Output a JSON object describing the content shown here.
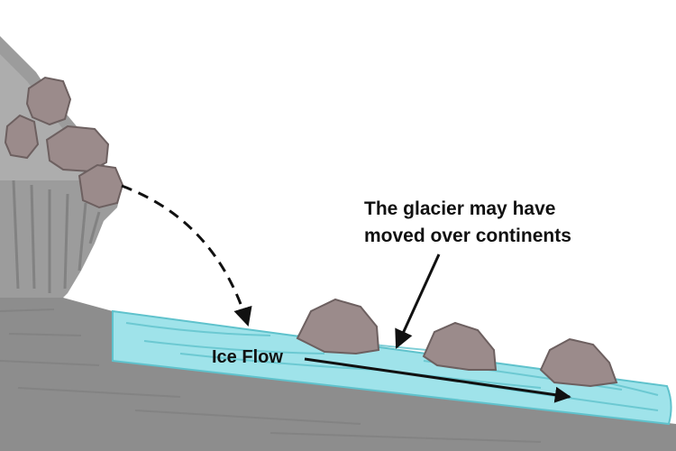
{
  "labels": {
    "callout_line1": "The glacier may have",
    "callout_line2": "moved over continents",
    "ice_flow": "Ice Flow"
  },
  "colors": {
    "ground": "#8a8a8a",
    "cliff": "#9c9c9c",
    "ice": "#9fe3ea",
    "ice_edge": "#5fc2cc",
    "boulder": "#9b8b8b",
    "arrow": "#111111"
  }
}
